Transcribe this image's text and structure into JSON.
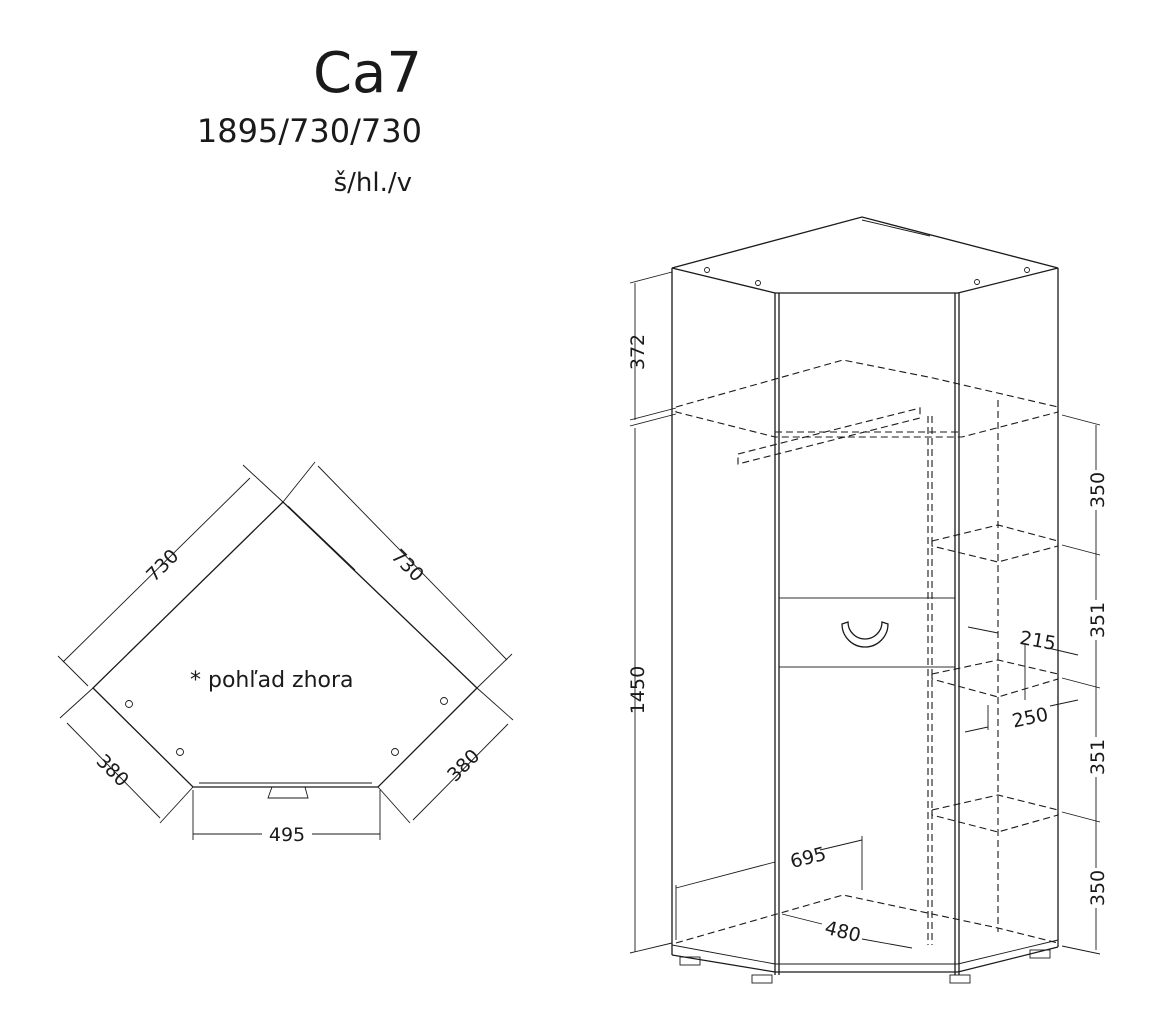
{
  "header": {
    "model": "Ca7",
    "dimensions": "1895/730/730",
    "dimension_legend": "š/hl./v"
  },
  "top_view": {
    "note": "* pohľad zhora",
    "dims": {
      "left_side": "730",
      "right_side": "730",
      "left_short": "380",
      "right_short": "380",
      "front": "495"
    }
  },
  "front_view": {
    "dims": {
      "top_gap": "372",
      "main_height": "1450",
      "shelf_gaps": [
        "350",
        "351",
        "351",
        "350"
      ],
      "shelf_depth_inner": "215",
      "shelf_depth_outer": "250",
      "diagonal_depth": "695",
      "bottom_width": "480"
    }
  }
}
